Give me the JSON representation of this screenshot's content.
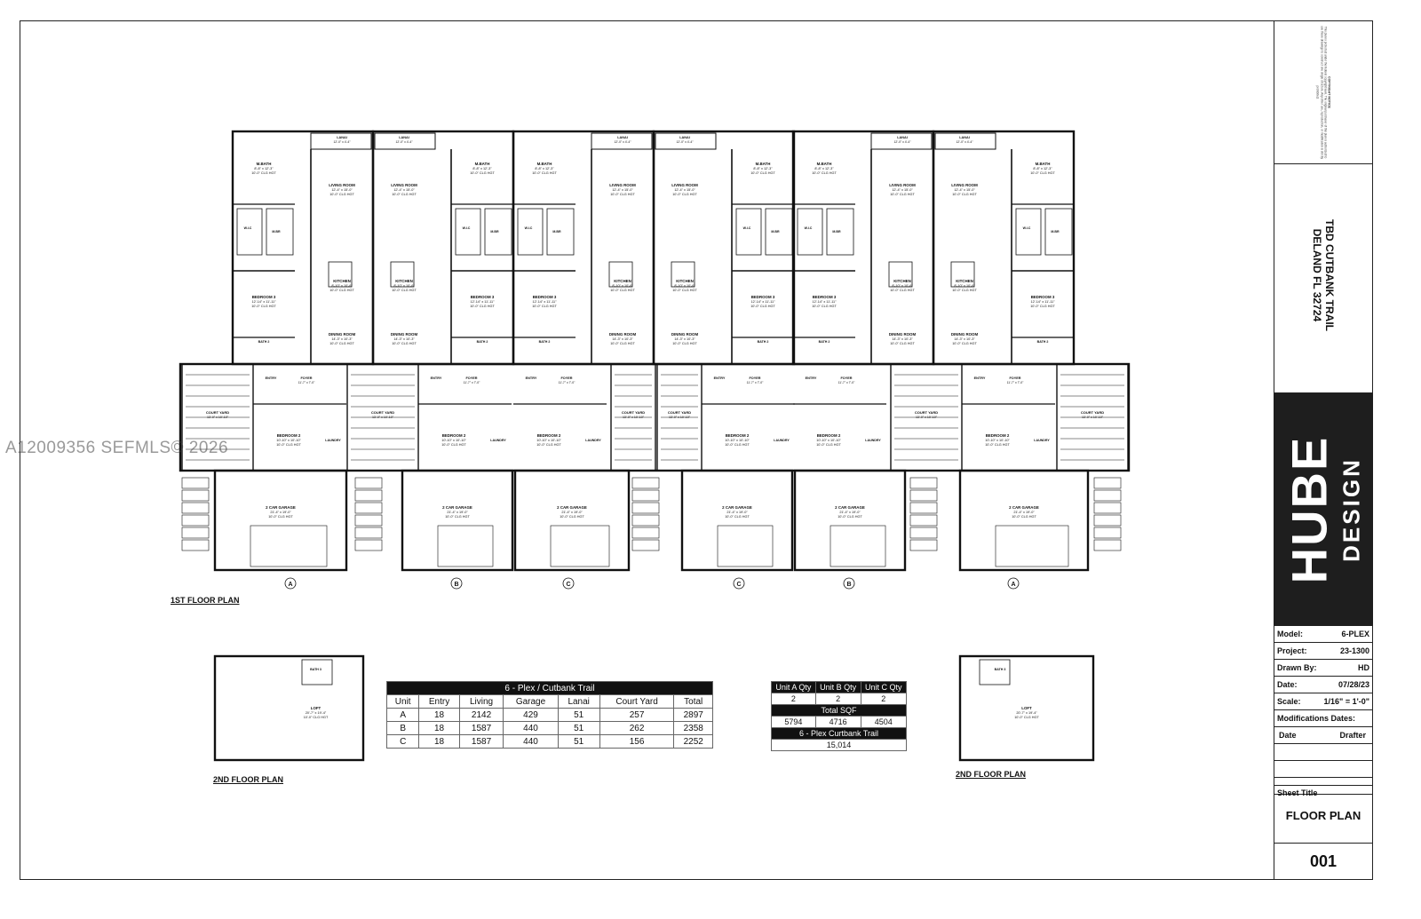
{
  "watermark": "A12009356  SEFMLS© 2026",
  "copyright": {
    "heading": "COPYRIGHT NOTICE",
    "body": "This plan is protected under the federal copyright laws. The original purchaser of this plan is authorized to use these drawings to construct one single structure. Any other use, reproduction, or modification is strictly prohibited."
  },
  "project_address": {
    "line1": "TBD CUTBANK TRAIL",
    "line2": "DELAND FL 32724"
  },
  "brand": {
    "logo": "HUBE",
    "sub": "DESIGN"
  },
  "title_block": {
    "rows": [
      {
        "label": "Model:",
        "value": "6-PLEX"
      },
      {
        "label": "Project:",
        "value": "23-1300"
      },
      {
        "label": "Drawn By:",
        "value": "HD"
      },
      {
        "label": "Date:",
        "value": "07/28/23"
      },
      {
        "label": "Scale:",
        "value": "1/16\" = 1'-0\""
      },
      {
        "label": "Modifications Dates:",
        "value": ""
      },
      {
        "label": "Date",
        "value": "Drafter"
      }
    ],
    "sheet_title_label": "Sheet Title",
    "sheet_title": "FLOOR PLAN",
    "sheet_number": "001"
  },
  "floor_labels": {
    "first": "1ST FLOOR PLAN",
    "second_left": "2ND FLOOR PLAN",
    "second_right": "2ND FLOOR PLAN"
  },
  "unit_markers": [
    "A",
    "B",
    "C",
    "C",
    "B",
    "A"
  ],
  "rooms": {
    "lanai": "LANAI",
    "lanai_dim": "12'-0\" x 4'-4\"",
    "clg": "10'-0\" CLG HGT",
    "mbath": "M.BATH",
    "mbath_dim": "8'-8\" x 12'-3\"",
    "living": "LIVING ROOM",
    "living_dim": "12'-4\" x 15'-0\"",
    "wic": "W.I.C",
    "mbr": "M.BR",
    "kitchen": "KITCHEN",
    "kitchen_dim": "8'-10\" x 10'-6\"",
    "bed3": "BEDROOM 3",
    "bed3_dim": "12'-14\" x 11'-11\"",
    "dining": "DINING ROOM",
    "dining_dim": "14'-3\" x 10'-3\"",
    "bath2": "BATH 2",
    "entry": "ENTRY",
    "foyer": "FOYER",
    "foyer_dim": "11'-7\" x 7'-0\"",
    "court": "COURT YARD",
    "court_dim": "13'-0\" x 10'-10\"",
    "bed2": "BEDROOM 2",
    "bed2_dim": "10'-10\" x 10'-10\"",
    "laundry": "LAUNDRY",
    "garage": "2 CAR GARAGE",
    "garage_dim": "21'-4\" x 19'-0\"",
    "loft": "LOFT",
    "loft_dim": "20'-7\" x 19'-4\"",
    "loft_clg": "9'-0\" CLG HGT",
    "bath3": "BATH 3"
  },
  "area_table": {
    "title": "6 - Plex  / Cutbank Trail",
    "headers": [
      "Unit",
      "Entry",
      "Living",
      "Garage",
      "Lanai",
      "Court Yard",
      "Total"
    ],
    "rows": [
      [
        "A",
        "18",
        "2142",
        "429",
        "51",
        "257",
        "2897"
      ],
      [
        "B",
        "18",
        "1587",
        "440",
        "51",
        "262",
        "2358"
      ],
      [
        "C",
        "18",
        "1587",
        "440",
        "51",
        "156",
        "2252"
      ]
    ]
  },
  "qty_table": {
    "headers": [
      "Unit A Qty",
      "Unit B Qty",
      "Unit C Qty"
    ],
    "qty": [
      "2",
      "2",
      "2"
    ],
    "sqf_title": "Total SQF",
    "sqf": [
      "5794",
      "4716",
      "4504"
    ],
    "plex_title": "6 - Plex Curtbank Trail",
    "plex_total": "15,014"
  }
}
